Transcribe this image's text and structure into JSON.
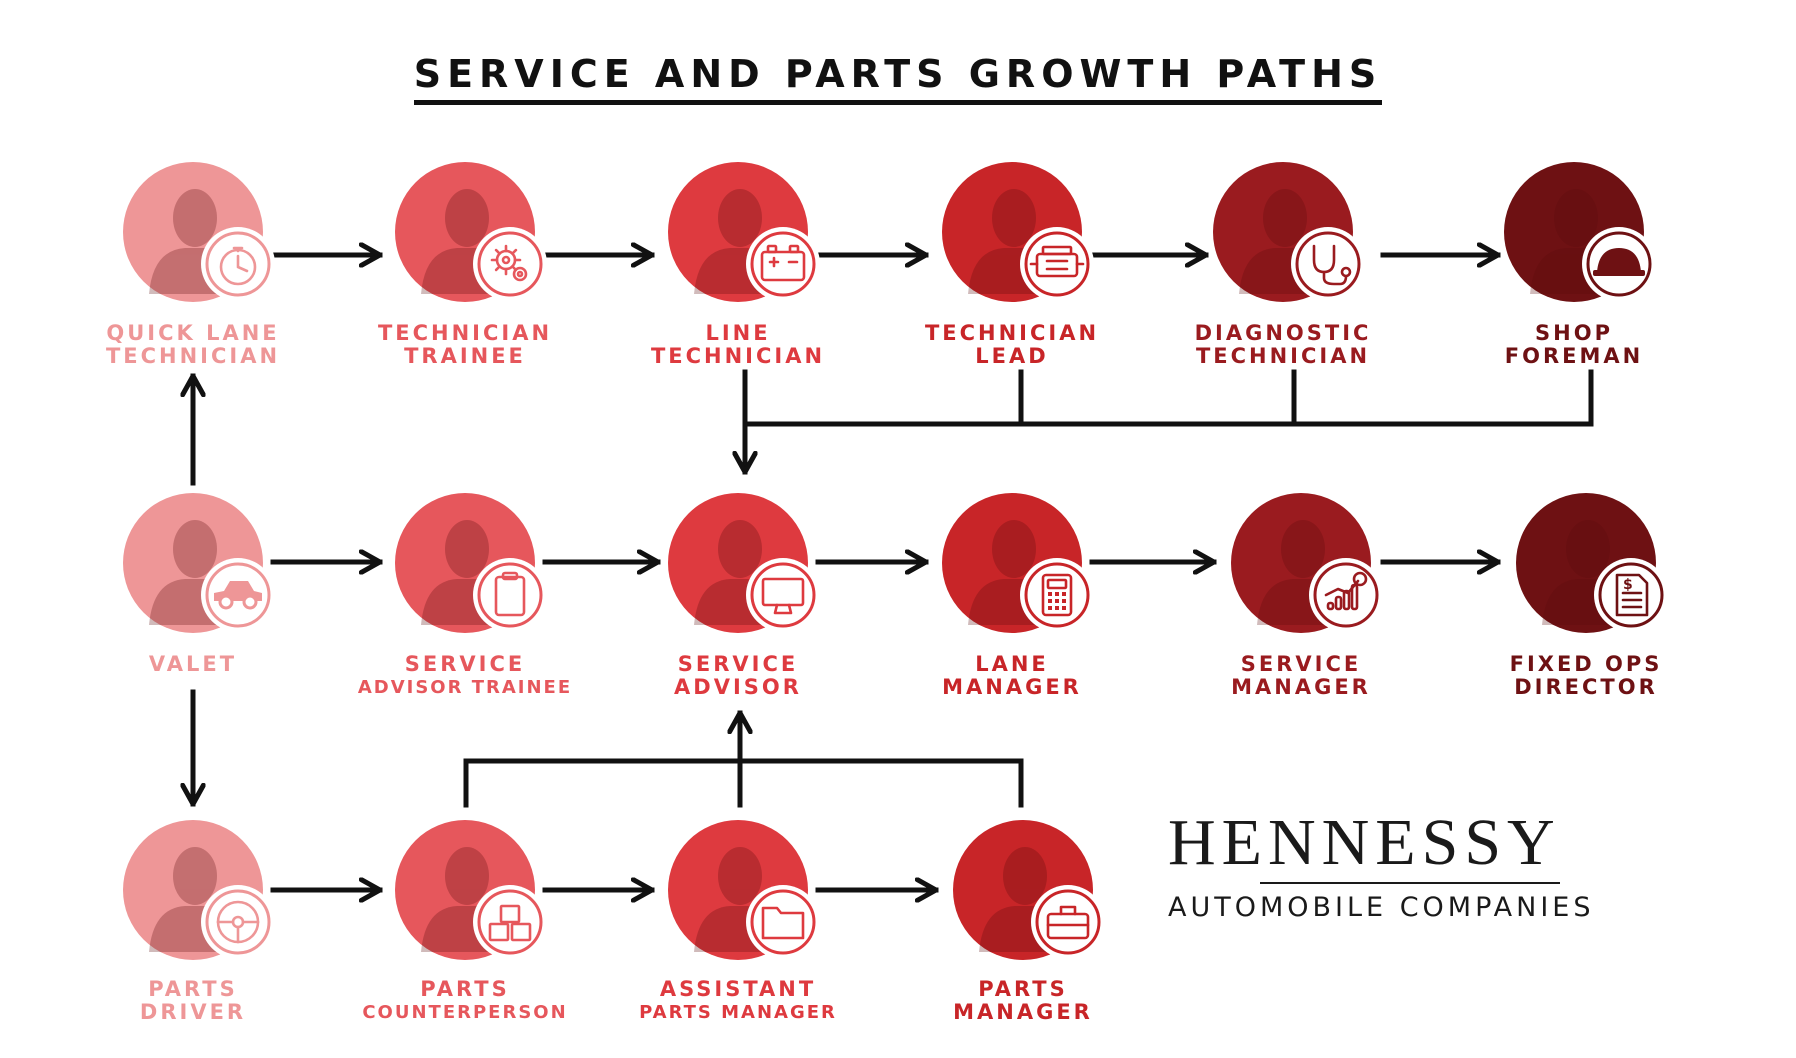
{
  "title": "SERVICE AND PARTS GROWTH PATHS",
  "colors": {
    "arrow": "#111111",
    "level1": "#ee9697",
    "level2": "#e6575c",
    "level3": "#de3a3f",
    "level4": "#c82528",
    "level5": "#9a1b1f",
    "level6": "#6e1113"
  },
  "roles": [
    {
      "id": "quick-lane-technician",
      "line1": "QUICK LANE",
      "line2": "TECHNICIAN",
      "icon": "stopwatch-icon",
      "level": "level1"
    },
    {
      "id": "technician-trainee",
      "line1": "TECHNICIAN",
      "line2": "TRAINEE",
      "icon": "gears-icon",
      "level": "level2"
    },
    {
      "id": "line-technician",
      "line1": "LINE",
      "line2": "TECHNICIAN",
      "icon": "battery-icon",
      "level": "level3"
    },
    {
      "id": "technician-lead",
      "line1": "TECHNICIAN",
      "line2": "LEAD",
      "icon": "engine-icon",
      "level": "level4"
    },
    {
      "id": "diagnostic-technician",
      "line1": "DIAGNOSTIC",
      "line2": "TECHNICIAN",
      "icon": "stethoscope-icon",
      "level": "level5"
    },
    {
      "id": "shop-foreman",
      "line1": "SHOP",
      "line2": "FOREMAN",
      "icon": "hard-hat-icon",
      "level": "level6"
    },
    {
      "id": "valet",
      "line1": "VALET",
      "line2": "",
      "icon": "car-icon",
      "level": "level1"
    },
    {
      "id": "service-advisor-trainee",
      "line1": "SERVICE",
      "line2": "ADVISOR TRAINEE",
      "icon": "clipboard-icon",
      "level": "level2"
    },
    {
      "id": "service-advisor",
      "line1": "SERVICE",
      "line2": "ADVISOR",
      "icon": "monitor-icon",
      "level": "level3"
    },
    {
      "id": "lane-manager",
      "line1": "LANE",
      "line2": "MANAGER",
      "icon": "calculator-icon",
      "level": "level4"
    },
    {
      "id": "service-manager",
      "line1": "SERVICE",
      "line2": "MANAGER",
      "icon": "growth-chart-icon",
      "level": "level5"
    },
    {
      "id": "fixed-ops-director",
      "line1": "FIXED OPS",
      "line2": "DIRECTOR",
      "icon": "document-icon",
      "level": "level6"
    },
    {
      "id": "parts-driver",
      "line1": "PARTS",
      "line2": "DRIVER",
      "icon": "steering-wheel-icon",
      "level": "level1"
    },
    {
      "id": "parts-counterperson",
      "line1": "PARTS",
      "line2": "COUNTERPERSON",
      "icon": "boxes-icon",
      "level": "level2"
    },
    {
      "id": "assistant-parts-manager",
      "line1": "ASSISTANT",
      "line2": "PARTS MANAGER",
      "icon": "folder-icon",
      "level": "level3"
    },
    {
      "id": "parts-manager",
      "line1": "PARTS",
      "line2": "MANAGER",
      "icon": "toolbox-icon",
      "level": "level4"
    }
  ],
  "logo": {
    "name": "HENNESSY",
    "subtitle": "AUTOMOBILE COMPANIES"
  }
}
